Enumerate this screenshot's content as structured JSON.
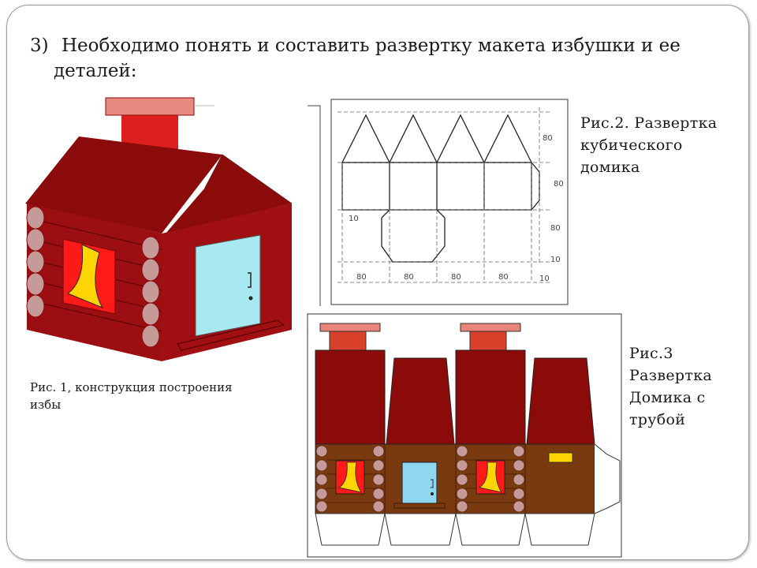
{
  "slide": {
    "number": "3)",
    "heading_line1": "Необходимо понять и составить развертку макета избушки и ее",
    "heading_line2": "деталей:"
  },
  "fig1": {
    "caption_line1": "Рис. 1, конструкция построения",
    "caption_line2": "избы"
  },
  "fig2": {
    "caption_line1": "Рис.2. Развертка",
    "caption_line2": "кубического",
    "caption_line3": "домика",
    "dim_labels": {
      "top": "80",
      "middle": "80",
      "right": "80",
      "small_right": "10",
      "left": "10",
      "bottom": [
        "80",
        "80",
        "80",
        "80"
      ],
      "bottom_small": "10"
    }
  },
  "fig3": {
    "caption_line1": "Рис.3",
    "caption_line2": "Развертка",
    "caption_line3": "Домика с",
    "caption_line4": "трубой"
  },
  "colors": {
    "roof": "#8b0a0a",
    "wall": "#9b0f12",
    "log": "#c79a9a",
    "door": "#a8e8f0",
    "window": "#ff1a1a",
    "curtain": "#ffd400",
    "chimney": "#dd1f1f",
    "chimney_cap": "#e68a80",
    "wood": "#7a3a10"
  }
}
